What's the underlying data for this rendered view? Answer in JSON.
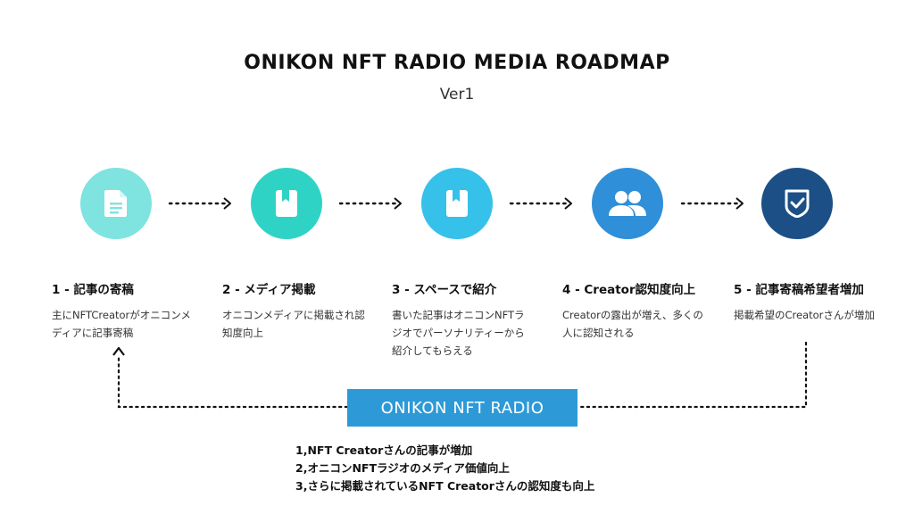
{
  "title": "ONIKON NFT RADIO MEDIA ROADMAP",
  "subtitle": "Ver1",
  "steps": [
    {
      "title": "1 - 記事の寄稿",
      "description": "主にNFTCreatorがオニコンメディアに記事寄稿",
      "icon": "document-icon",
      "color": "#7fe3e0"
    },
    {
      "title": "2 - メディア掲載",
      "description": "オニコンメディアに掲載され認知度向上",
      "icon": "bookmark-book-icon",
      "color": "#2fd3c6"
    },
    {
      "title": "3 - スペースで紹介",
      "description": "書いた記事はオニコンNFTラジオでパーソナリティーから紹介してもらえる",
      "icon": "bookmark-book-icon",
      "color": "#35c1ea"
    },
    {
      "title": "4 - Creator認知度向上",
      "description": "Creatorの露出が増え、多くの人に認知される",
      "icon": "people-icon",
      "color": "#2f8fd8"
    },
    {
      "title": "5 - 記事寄稿希望者増加",
      "description": "掲載希望のCreatorさんが増加",
      "icon": "shield-check-icon",
      "color": "#1c4f86"
    }
  ],
  "banner": "ONIKON NFT RADIO",
  "banner_color": "#2d9ad7",
  "results": [
    "1,NFT Creatorさんの記事が増加",
    "2,オニコンNFTラジオのメディア価値向上",
    "3,さらに掲載されているNFT Creatorさんの認知度も向上"
  ]
}
